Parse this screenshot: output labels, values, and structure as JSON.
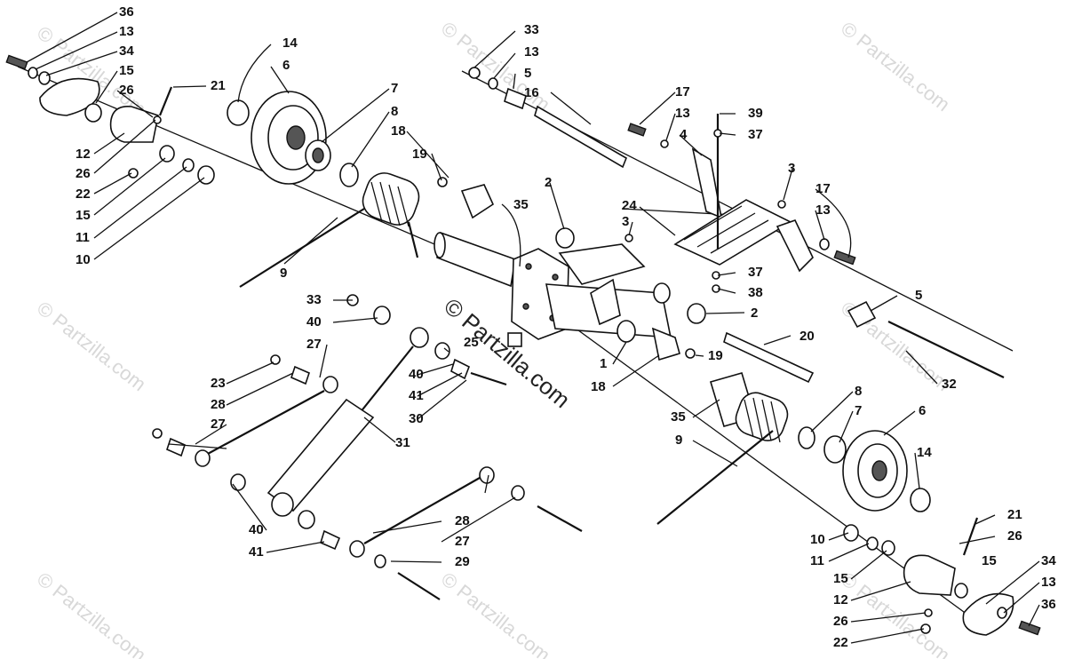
{
  "watermarks": {
    "brand": "© Partzilla.com",
    "center": "© Partzilla.com"
  },
  "callouts": [
    {
      "id": "c1",
      "text": "36"
    },
    {
      "id": "c2",
      "text": "13"
    },
    {
      "id": "c3",
      "text": "34"
    },
    {
      "id": "c4",
      "text": "15"
    },
    {
      "id": "c5",
      "text": "26"
    },
    {
      "id": "c6",
      "text": "21"
    },
    {
      "id": "c7",
      "text": "14"
    },
    {
      "id": "c8",
      "text": "6"
    },
    {
      "id": "c9",
      "text": "7"
    },
    {
      "id": "c10",
      "text": "8"
    },
    {
      "id": "c11",
      "text": "12"
    },
    {
      "id": "c12",
      "text": "26"
    },
    {
      "id": "c13",
      "text": "22"
    },
    {
      "id": "c14",
      "text": "15"
    },
    {
      "id": "c15",
      "text": "11"
    },
    {
      "id": "c16",
      "text": "10"
    },
    {
      "id": "c17",
      "text": "9"
    },
    {
      "id": "c18",
      "text": "18"
    },
    {
      "id": "c19",
      "text": "19"
    },
    {
      "id": "c20",
      "text": "35"
    },
    {
      "id": "c21",
      "text": "2"
    },
    {
      "id": "c22",
      "text": "33"
    },
    {
      "id": "c23",
      "text": "13"
    },
    {
      "id": "c24",
      "text": "5"
    },
    {
      "id": "c25",
      "text": "16"
    },
    {
      "id": "c26",
      "text": "17"
    },
    {
      "id": "c27",
      "text": "13"
    },
    {
      "id": "c28",
      "text": "4"
    },
    {
      "id": "c29",
      "text": "39"
    },
    {
      "id": "c30",
      "text": "37"
    },
    {
      "id": "c31",
      "text": "3"
    },
    {
      "id": "c32",
      "text": "17"
    },
    {
      "id": "c33",
      "text": "13"
    },
    {
      "id": "c34",
      "text": "24"
    },
    {
      "id": "c35",
      "text": "3"
    },
    {
      "id": "c36",
      "text": "37"
    },
    {
      "id": "c37",
      "text": "38"
    },
    {
      "id": "c38",
      "text": "5"
    },
    {
      "id": "c39",
      "text": "2"
    },
    {
      "id": "c40",
      "text": "20"
    },
    {
      "id": "c41",
      "text": "32"
    },
    {
      "id": "c42",
      "text": "33"
    },
    {
      "id": "c43",
      "text": "40"
    },
    {
      "id": "c44",
      "text": "27"
    },
    {
      "id": "c45",
      "text": "23"
    },
    {
      "id": "c46",
      "text": "28"
    },
    {
      "id": "c47",
      "text": "27"
    },
    {
      "id": "c48",
      "text": "25"
    },
    {
      "id": "c49",
      "text": "40"
    },
    {
      "id": "c50",
      "text": "41"
    },
    {
      "id": "c51",
      "text": "30"
    },
    {
      "id": "c52",
      "text": "31"
    },
    {
      "id": "c53",
      "text": "1"
    },
    {
      "id": "c54",
      "text": "18"
    },
    {
      "id": "c55",
      "text": "19"
    },
    {
      "id": "c56",
      "text": "35"
    },
    {
      "id": "c57",
      "text": "9"
    },
    {
      "id": "c58",
      "text": "8"
    },
    {
      "id": "c59",
      "text": "7"
    },
    {
      "id": "c60",
      "text": "6"
    },
    {
      "id": "c61",
      "text": "14"
    },
    {
      "id": "c62",
      "text": "40"
    },
    {
      "id": "c63",
      "text": "41"
    },
    {
      "id": "c64",
      "text": "28"
    },
    {
      "id": "c65",
      "text": "27"
    },
    {
      "id": "c66",
      "text": "29"
    },
    {
      "id": "c67",
      "text": "21"
    },
    {
      "id": "c68",
      "text": "26"
    },
    {
      "id": "c69",
      "text": "10"
    },
    {
      "id": "c70",
      "text": "11"
    },
    {
      "id": "c71",
      "text": "15"
    },
    {
      "id": "c72",
      "text": "34"
    },
    {
      "id": "c73",
      "text": "13"
    },
    {
      "id": "c74",
      "text": "15"
    },
    {
      "id": "c75",
      "text": "12"
    },
    {
      "id": "c76",
      "text": "36"
    },
    {
      "id": "c77",
      "text": "26"
    },
    {
      "id": "c78",
      "text": "22"
    }
  ]
}
